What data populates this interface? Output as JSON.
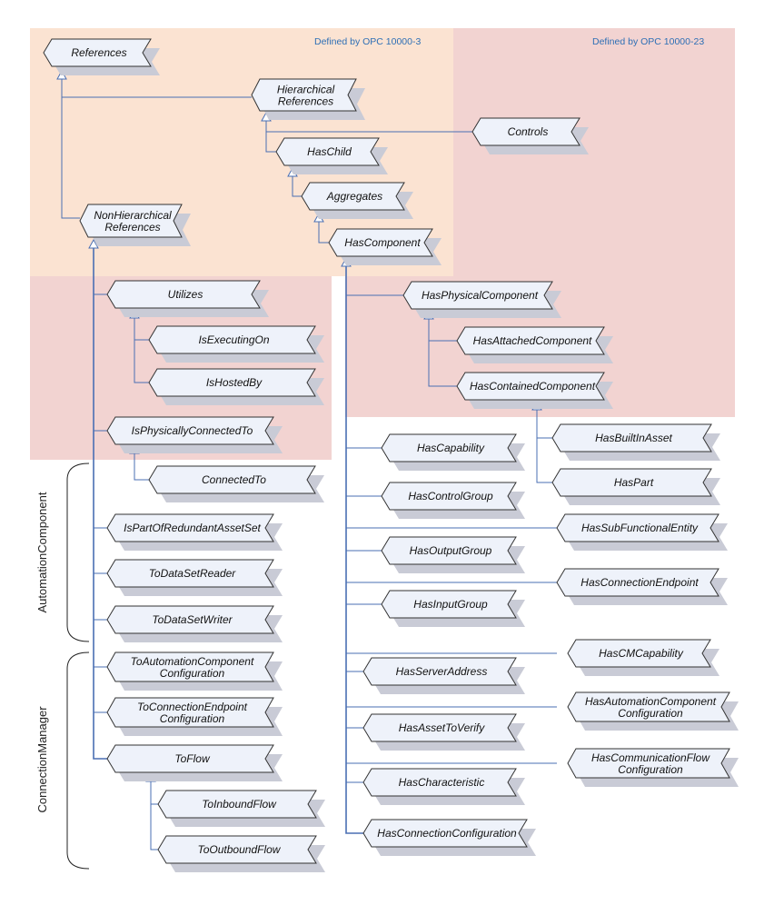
{
  "regions": [
    {
      "label": "Defined by OPC 10000-3",
      "color": "#fbe3d2"
    },
    {
      "label": "Defined by OPC 10000-23",
      "color": "#f2d3d1"
    }
  ],
  "groups": [
    {
      "label": "AutomationComponent"
    },
    {
      "label": "ConnectionManager"
    }
  ],
  "nodes": [
    {
      "id": "references",
      "label": "References"
    },
    {
      "id": "hierarchical",
      "label": "Hierarchical References"
    },
    {
      "id": "controls",
      "label": "Controls"
    },
    {
      "id": "haschild",
      "label": "HasChild"
    },
    {
      "id": "aggregates",
      "label": "Aggregates"
    },
    {
      "id": "hascomponent",
      "label": "HasComponent"
    },
    {
      "id": "nonhierarchical",
      "label": "NonHierarchical References"
    },
    {
      "id": "utilizes",
      "label": "Utilizes"
    },
    {
      "id": "isexecutingon",
      "label": "IsExecutingOn"
    },
    {
      "id": "ishostedby",
      "label": "IsHostedBy"
    },
    {
      "id": "isphysicallyconnectedto",
      "label": "IsPhysicallyConnectedTo"
    },
    {
      "id": "connectedto",
      "label": "ConnectedTo"
    },
    {
      "id": "ispartofredundantassetset",
      "label": "IsPartOfRedundantAssetSet"
    },
    {
      "id": "todatasetreader",
      "label": "ToDataSetReader"
    },
    {
      "id": "todatasetwriter",
      "label": "ToDataSetWriter"
    },
    {
      "id": "toautomationcomponentconfiguration",
      "label": "ToAutomationComponent Configuration"
    },
    {
      "id": "toconnectionendpointconfiguration",
      "label": "ToConnectionEndpoint Configuration"
    },
    {
      "id": "toflow",
      "label": "ToFlow"
    },
    {
      "id": "toinboundflow",
      "label": "ToInboundFlow"
    },
    {
      "id": "tooutboundflow",
      "label": "ToOutboundFlow"
    },
    {
      "id": "hasphysicalcomponent",
      "label": "HasPhysicalComponent"
    },
    {
      "id": "hasattachedcomponent",
      "label": "HasAttachedComponent"
    },
    {
      "id": "hascontainedcomponent",
      "label": "HasContainedComponent"
    },
    {
      "id": "hasbuiltinasset",
      "label": "HasBuiltInAsset"
    },
    {
      "id": "haspart",
      "label": "HasPart"
    },
    {
      "id": "hascapability",
      "label": "HasCapability"
    },
    {
      "id": "hascontrolgroup",
      "label": "HasControlGroup"
    },
    {
      "id": "hassubfunctionalentity",
      "label": "HasSubFunctionalEntity"
    },
    {
      "id": "hasoutputgroup",
      "label": "HasOutputGroup"
    },
    {
      "id": "hasconnectionendpoint",
      "label": "HasConnectionEndpoint"
    },
    {
      "id": "hasinputgroup",
      "label": "HasInputGroup"
    },
    {
      "id": "hascmcapability",
      "label": "HasCMCapability"
    },
    {
      "id": "hasserveraddress",
      "label": "HasServerAddress"
    },
    {
      "id": "hasautomationcomponentconfiguration",
      "label": "HasAutomationComponent Configuration"
    },
    {
      "id": "hasassettoverify",
      "label": "HasAssetToVerify"
    },
    {
      "id": "hascommunicationflowconfiguration",
      "label": "HasCommunicationFlow Configuration"
    },
    {
      "id": "hascharacteristic",
      "label": "HasCharacteristic"
    },
    {
      "id": "hasconnectionconfiguration",
      "label": "HasConnectionConfiguration"
    }
  ],
  "colors": {
    "node_fill": "#eef2fa",
    "node_stroke": "#333333",
    "shadow": "#c9cbd6",
    "connector": "#4a6fb3"
  }
}
